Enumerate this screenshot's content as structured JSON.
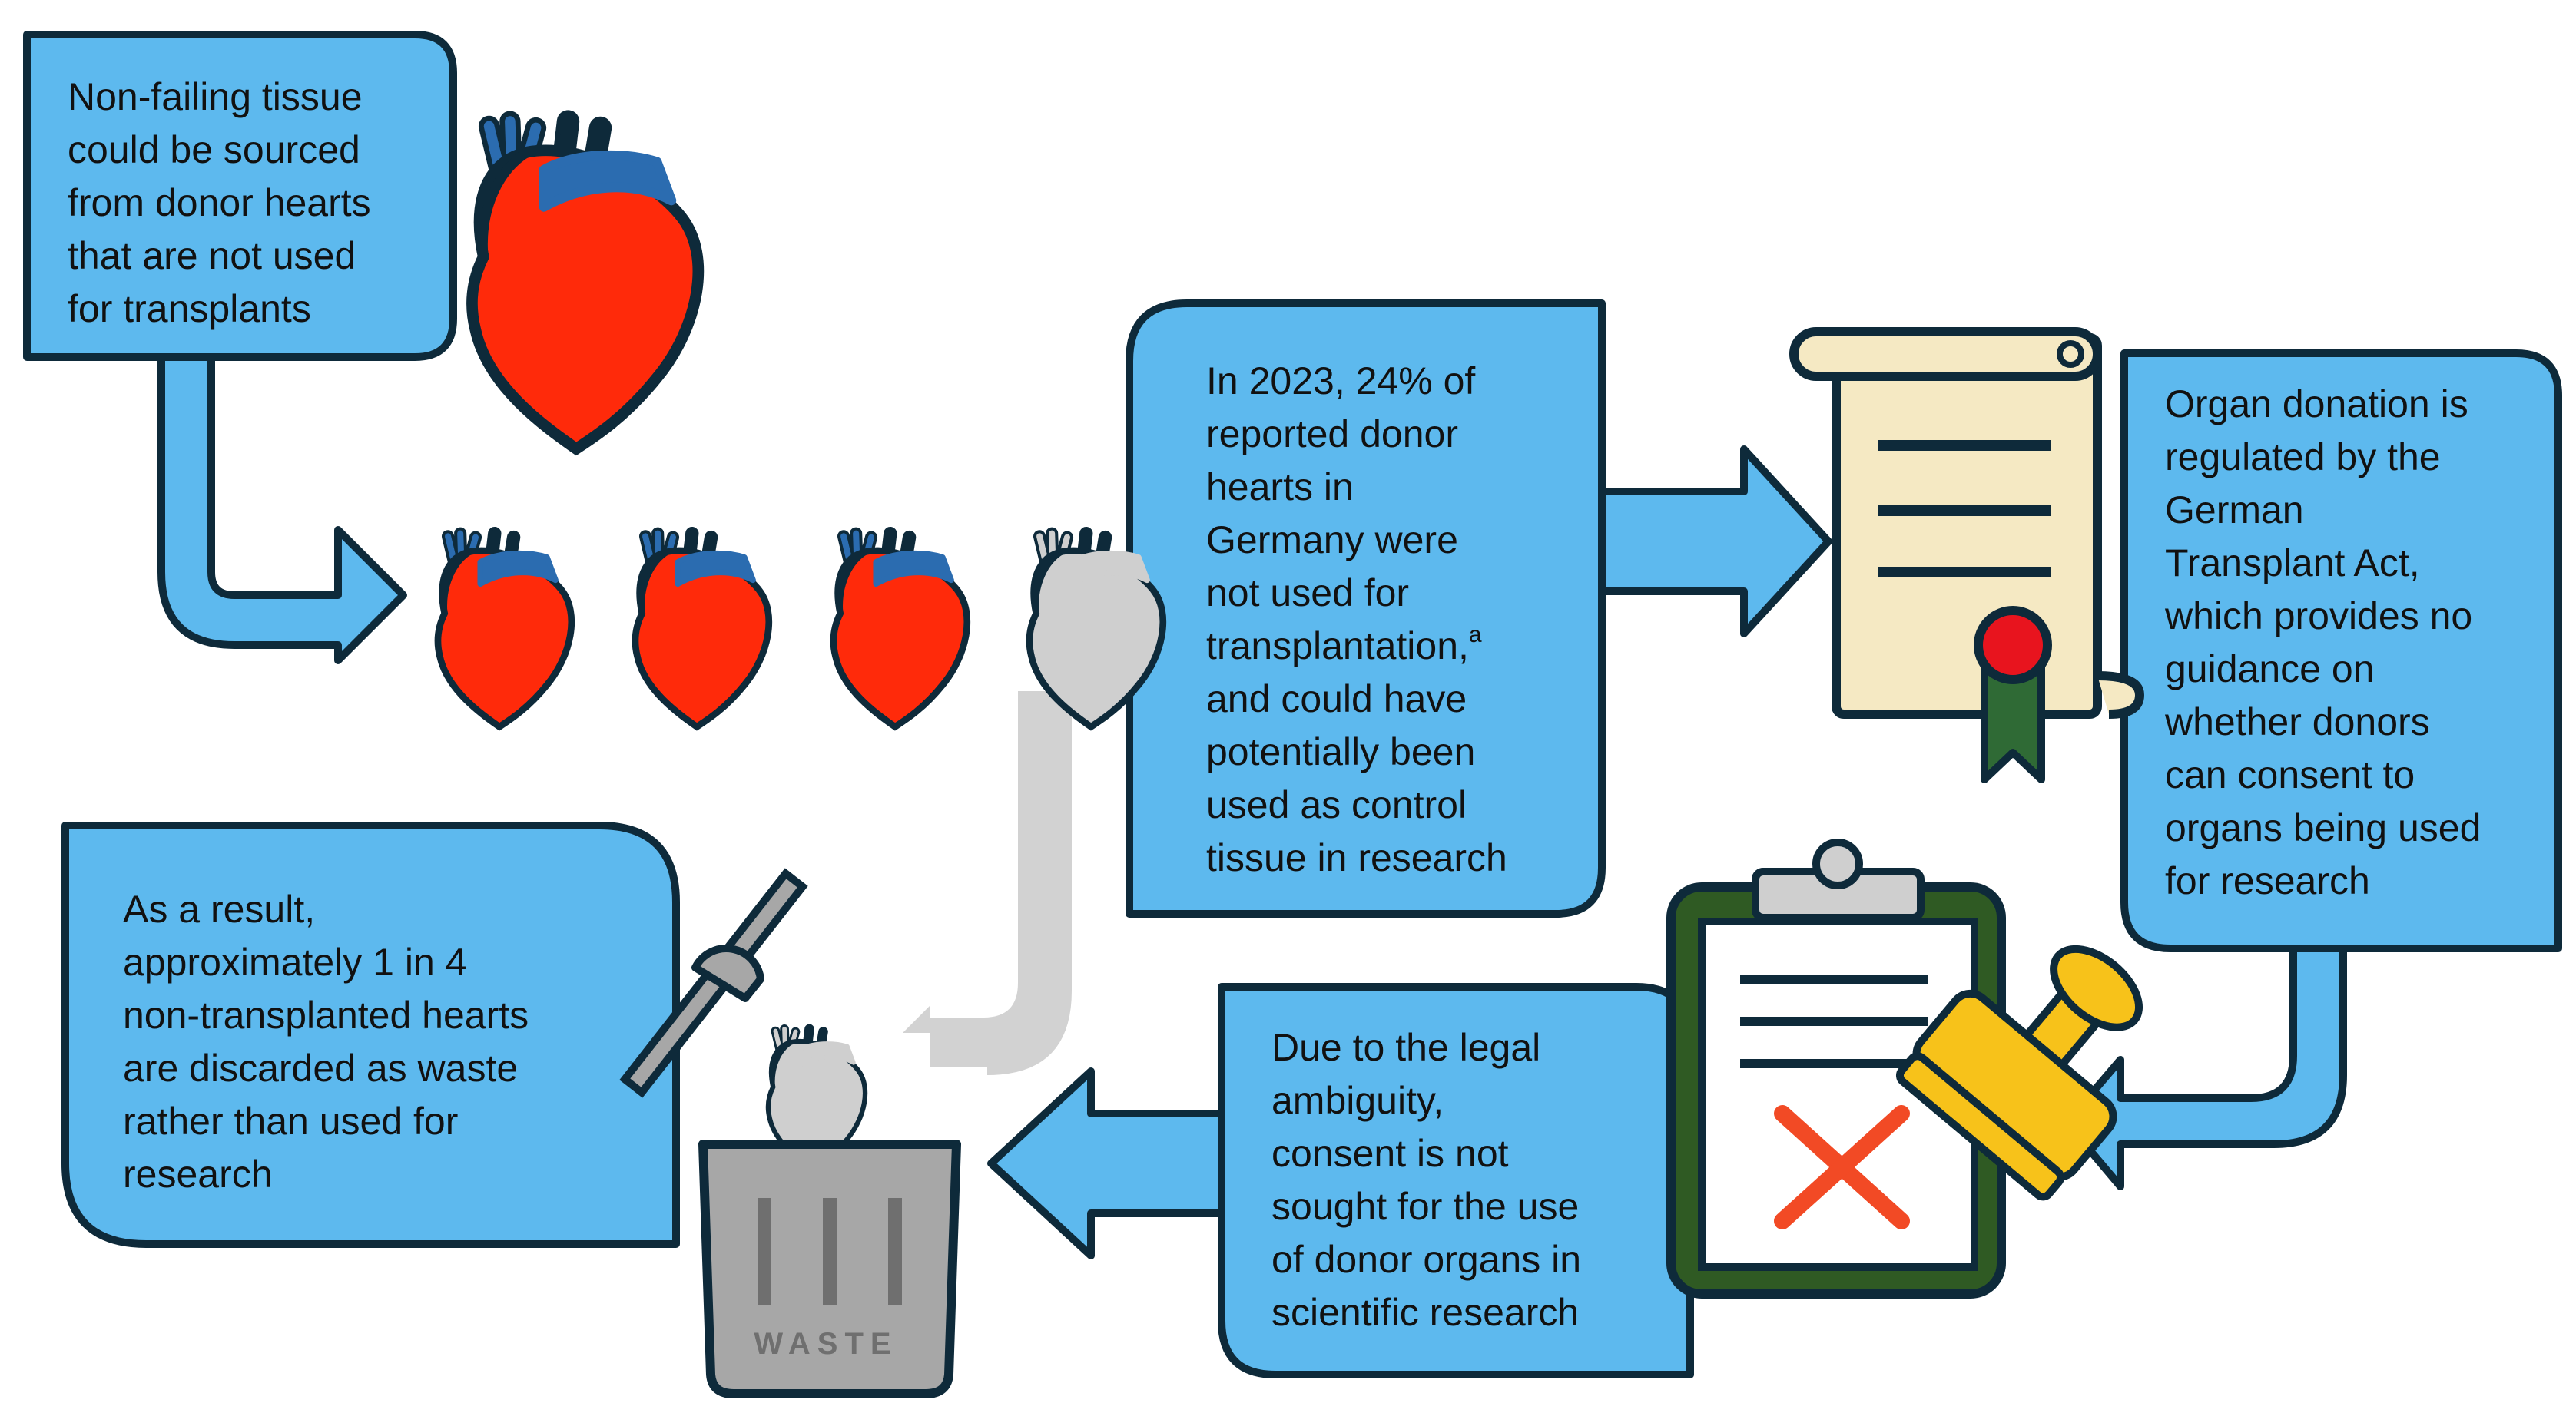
{
  "colors": {
    "callout": "#5db9ee",
    "outline": "#0e2a3a",
    "heart_red": "#ff2a0a",
    "heart_blue": "#2b6cb0",
    "heart_grey": "#cfcfcf",
    "grey_arrow": "#d2d2d2",
    "scroll": "#f5e9c3",
    "seal_red": "#e8141e",
    "ribbon_green": "#2f6a35",
    "clipboard_green": "#2f5a23",
    "stamp_yellow": "#f7c21a",
    "cross_red": "#f24a25",
    "bin_grey": "#a7a7a7"
  },
  "icons": [
    "heart-icon",
    "donor-heart-icon",
    "unused-heart-icon",
    "scroll-icon",
    "seal-icon",
    "clipboard-icon",
    "stamp-icon",
    "cross-icon",
    "trash-bin-icon",
    "bin-lid-icon",
    "discarded-heart-icon"
  ],
  "callouts": {
    "sourcing": {
      "lines": [
        "Non-failing tissue",
        "could be sourced",
        "from donor hearts",
        "that are not used",
        "for transplants"
      ]
    },
    "statistic": {
      "lines": [
        "In 2023, 24% of",
        "reported donor",
        "hearts in",
        "Germany were",
        "not used for",
        "transplantation,",
        "and could have",
        "potentially been",
        "used as control",
        "tissue in research"
      ],
      "footnote": "a"
    },
    "regulation": {
      "lines": [
        "Organ donation is",
        "regulated by the",
        "German",
        "Transplant Act,",
        "which provides no",
        "guidance on",
        "whether donors",
        "can consent to",
        "organs being used",
        "for research"
      ]
    },
    "consent": {
      "lines": [
        "Due to the legal",
        "ambiguity,",
        "consent is not",
        "sought for the use",
        "of donor organs in",
        "scientific research"
      ]
    },
    "waste": {
      "lines": [
        "As a result,",
        "approximately 1 in 4",
        "non-transplanted hearts",
        "are discarded as waste",
        "rather than used for",
        "research"
      ]
    }
  },
  "bin": {
    "label": "WASTE"
  }
}
